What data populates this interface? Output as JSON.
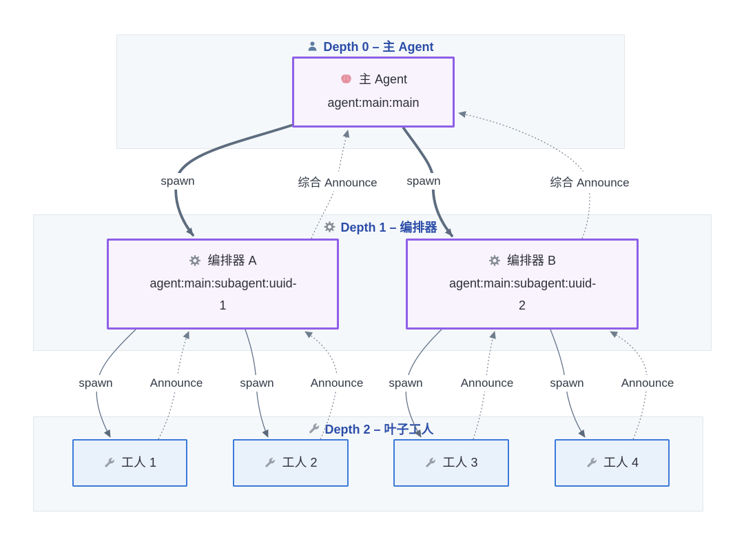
{
  "diagram": {
    "panels": {
      "depth0": {
        "icon": "person-icon",
        "label": "Depth 0 – 主 Agent"
      },
      "depth1": {
        "icon": "gear-icon",
        "label": "Depth 1 – 编排器"
      },
      "depth2": {
        "icon": "wrench-icon",
        "label": "Depth 2 – 叶子工人"
      }
    },
    "nodes": {
      "main": {
        "icon": "brain-icon",
        "title": "主 Agent",
        "id": "agent:main:main"
      },
      "orch_a": {
        "icon": "gear-icon",
        "title": "编排器 A",
        "id": "agent:main:subagent:uuid-1"
      },
      "orch_b": {
        "icon": "gear-icon",
        "title": "编排器 B",
        "id": "agent:main:subagent:uuid-2"
      },
      "worker1": {
        "icon": "wrench-icon",
        "title": "工人 1"
      },
      "worker2": {
        "icon": "wrench-icon",
        "title": "工人 2"
      },
      "worker3": {
        "icon": "wrench-icon",
        "title": "工人 3"
      },
      "worker4": {
        "icon": "wrench-icon",
        "title": "工人 4"
      }
    },
    "edges": [
      {
        "from": "main",
        "to": "orch_a",
        "label": "spawn",
        "style": "solid-thick"
      },
      {
        "from": "orch_a",
        "to": "main",
        "label": "综合 Announce",
        "style": "dotted"
      },
      {
        "from": "main",
        "to": "orch_b",
        "label": "spawn",
        "style": "solid-thick"
      },
      {
        "from": "orch_b",
        "to": "main",
        "label": "综合 Announce",
        "style": "dotted"
      },
      {
        "from": "orch_a",
        "to": "worker1",
        "label": "spawn",
        "style": "solid"
      },
      {
        "from": "worker1",
        "to": "orch_a",
        "label": "Announce",
        "style": "dotted"
      },
      {
        "from": "orch_a",
        "to": "worker2",
        "label": "spawn",
        "style": "solid"
      },
      {
        "from": "worker2",
        "to": "orch_a",
        "label": "Announce",
        "style": "dotted"
      },
      {
        "from": "orch_b",
        "to": "worker3",
        "label": "spawn",
        "style": "solid"
      },
      {
        "from": "worker3",
        "to": "orch_b",
        "label": "Announce",
        "style": "dotted"
      },
      {
        "from": "orch_b",
        "to": "worker4",
        "label": "spawn",
        "style": "solid"
      },
      {
        "from": "worker4",
        "to": "orch_b",
        "label": "Announce",
        "style": "dotted"
      }
    ],
    "colors": {
      "agent_node_border": "#8f5fe8",
      "agent_node_fill": "#f8f3fc",
      "worker_node_border": "#3b7ad9",
      "worker_node_fill": "#e9f1fb",
      "panel_fill": "#f5f8fa",
      "panel_border": "#e2e7ec",
      "header_text": "#2b4da8",
      "edge_solid": "#5d6c7e",
      "edge_dotted": "#75818f",
      "edge_label_text": "#333a46"
    }
  }
}
